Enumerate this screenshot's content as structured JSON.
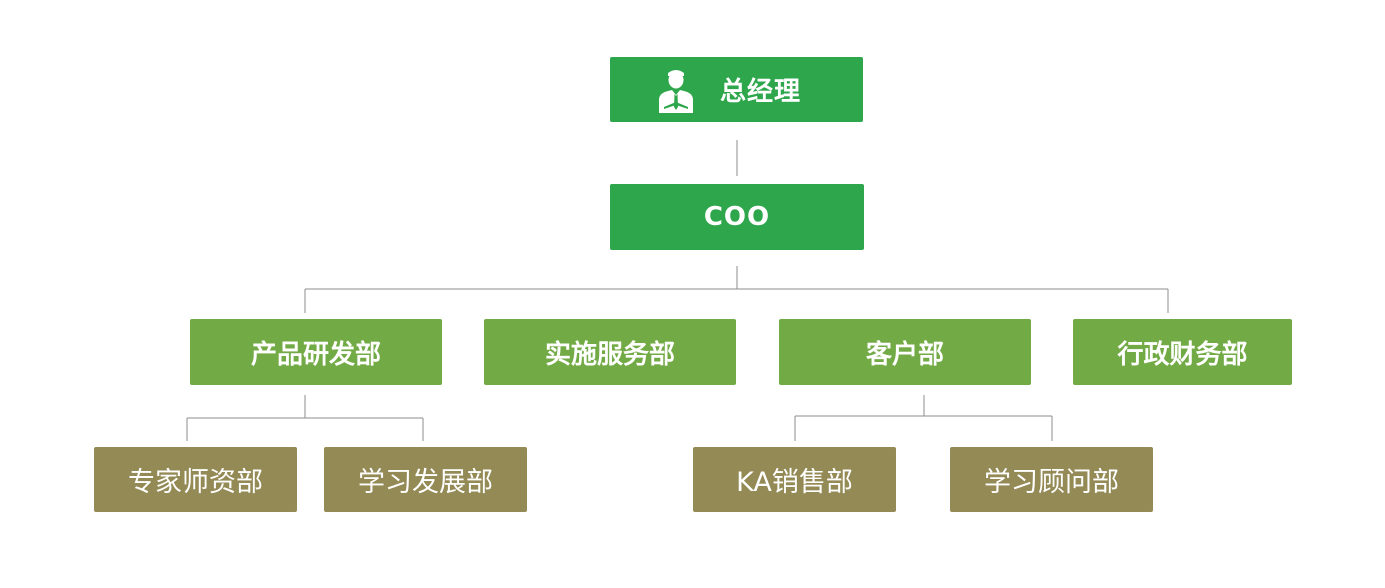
{
  "colors": {
    "top_level": "#2ea64c",
    "department": "#72ab46",
    "sub_department": "#948a55",
    "connector": "#8c8c8c",
    "text": "#ffffff"
  },
  "ceo": {
    "icon": "person-icon",
    "label": "总经理"
  },
  "coo": {
    "label": "COO"
  },
  "departments": [
    {
      "label": "产品研发部"
    },
    {
      "label": "实施服务部"
    },
    {
      "label": "客户部"
    },
    {
      "label": "行政财务部"
    }
  ],
  "sub_departments": [
    {
      "label": "专家师资部",
      "parent": "产品研发部"
    },
    {
      "label": "学习发展部",
      "parent": "产品研发部"
    },
    {
      "label": "KA销售部",
      "parent": "客户部"
    },
    {
      "label": "学习顾问部",
      "parent": "客户部"
    }
  ]
}
